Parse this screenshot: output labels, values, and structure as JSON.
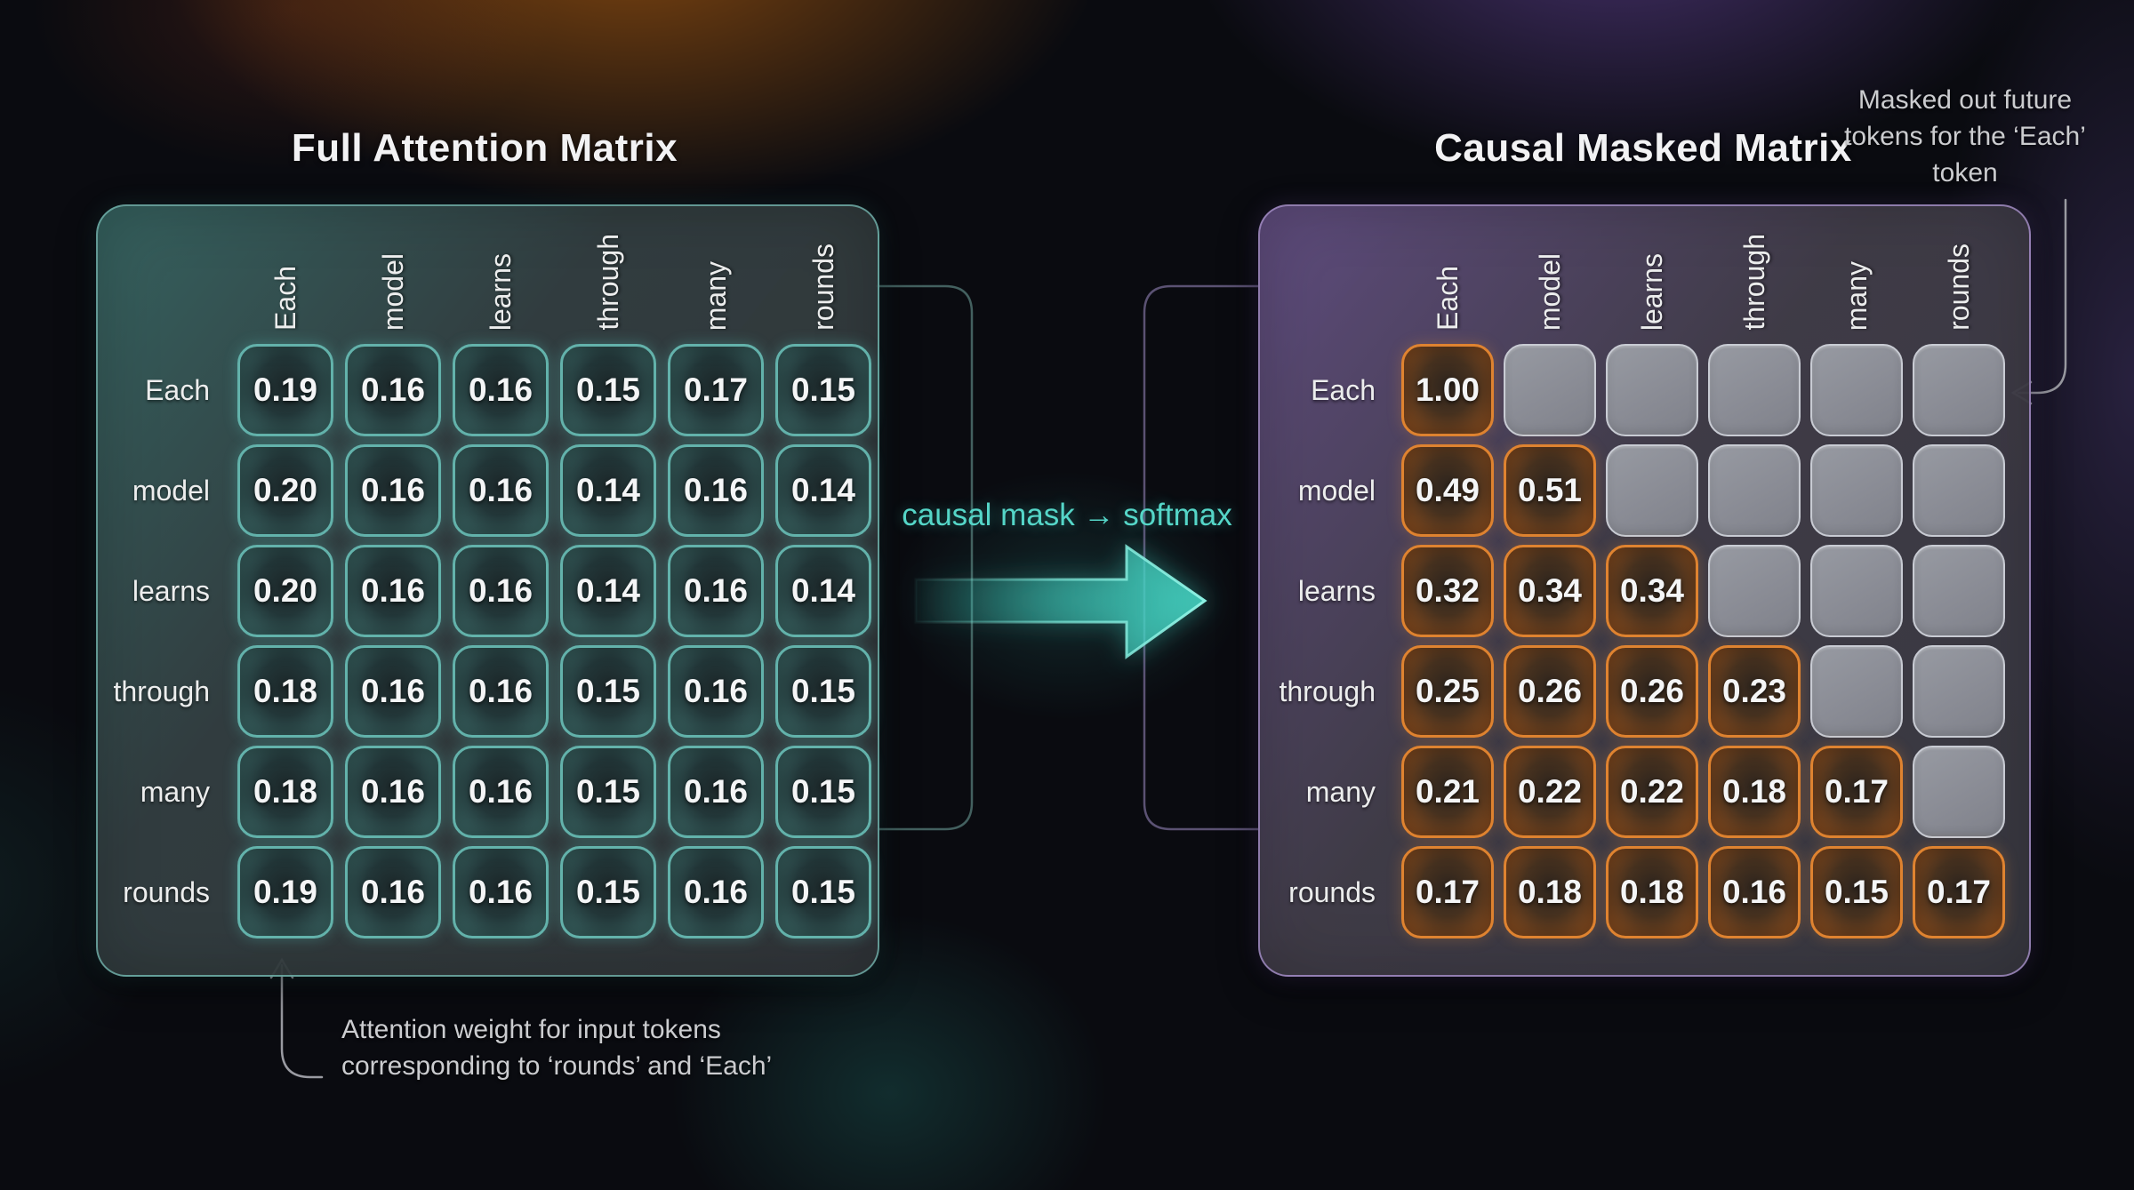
{
  "left_matrix": {
    "title": "Full Attention Matrix",
    "col_labels": [
      "Each",
      "model",
      "learns",
      "through",
      "many",
      "rounds"
    ],
    "row_labels": [
      "Each",
      "model",
      "learns",
      "through",
      "many",
      "rounds"
    ],
    "values": [
      [
        "0.19",
        "0.16",
        "0.16",
        "0.15",
        "0.17",
        "0.15"
      ],
      [
        "0.20",
        "0.16",
        "0.16",
        "0.14",
        "0.16",
        "0.14"
      ],
      [
        "0.20",
        "0.16",
        "0.16",
        "0.14",
        "0.16",
        "0.14"
      ],
      [
        "0.18",
        "0.16",
        "0.16",
        "0.15",
        "0.16",
        "0.15"
      ],
      [
        "0.18",
        "0.16",
        "0.16",
        "0.15",
        "0.16",
        "0.15"
      ],
      [
        "0.19",
        "0.16",
        "0.16",
        "0.15",
        "0.16",
        "0.15"
      ]
    ]
  },
  "right_matrix": {
    "title": "Causal Masked Matrix",
    "col_labels": [
      "Each",
      "model",
      "learns",
      "through",
      "many",
      "rounds"
    ],
    "row_labels": [
      "Each",
      "model",
      "learns",
      "through",
      "many",
      "rounds"
    ],
    "values": [
      [
        "1.00",
        null,
        null,
        null,
        null,
        null
      ],
      [
        "0.49",
        "0.51",
        null,
        null,
        null,
        null
      ],
      [
        "0.32",
        "0.34",
        "0.34",
        null,
        null,
        null
      ],
      [
        "0.25",
        "0.26",
        "0.26",
        "0.23",
        null,
        null
      ],
      [
        "0.21",
        "0.22",
        "0.22",
        "0.18",
        "0.17",
        null
      ],
      [
        "0.17",
        "0.18",
        "0.18",
        "0.16",
        "0.15",
        "0.17"
      ]
    ]
  },
  "transform": {
    "label": "causal mask → softmax"
  },
  "annotations": {
    "masked_note_lines": [
      "Masked out future",
      "tokens for the ‘Each’",
      "token"
    ],
    "weight_note_lines": [
      "Attention weight for input tokens",
      "corresponding to ‘rounds’ and ‘Each’"
    ]
  },
  "colors": {
    "teal_accent": "#45d1c5",
    "teal_border": "#63b2ab",
    "orange_border": "#df8330",
    "masked_fill": "#8b8e96",
    "panel_left_tint": "#3a6a66",
    "panel_right_tint": "#645084",
    "connector_gray": "#9a9ba2"
  }
}
